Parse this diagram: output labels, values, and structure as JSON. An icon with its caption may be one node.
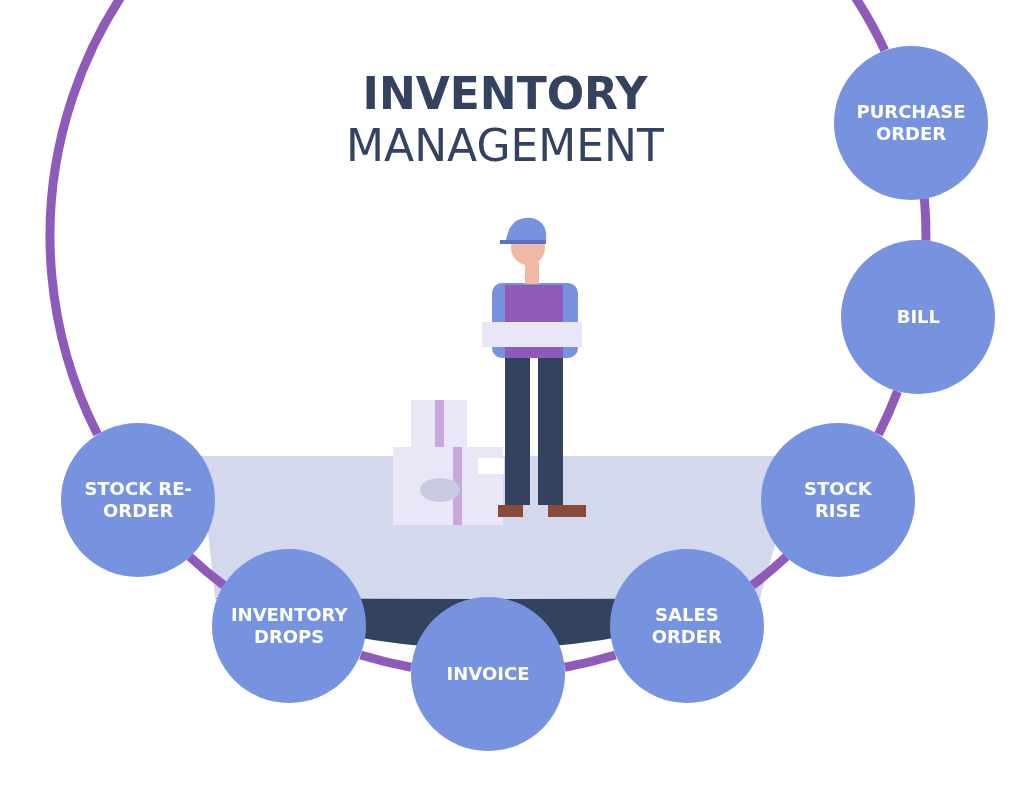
{
  "diagram": {
    "title": "**INVENTORY** MANAGEMENT",
    "nodes": [
      {
        "text": [
          "PURCHASE ORDER"
        ]
      },
      {
        "text": [
          "BILL"
        ]
      },
      {
        "text": [
          "STOCK RISE"
        ]
      },
      {
        "text": [
          "SALES ORDER"
        ]
      },
      {
        "text": [
          "INVOICE"
        ]
      },
      {
        "text": [
          "INVENTORY DROPS"
        ]
      },
      {
        "text": [
          "STOCK RE-ORDER"
        ]
      }
    ],
    "edges": [
      {
        "from": 0,
        "to": 1,
        "arrow": "none"
      },
      {
        "from": 1,
        "to": 2,
        "arrow": "none"
      },
      {
        "from": 2,
        "to": 3,
        "arrow": "none"
      },
      {
        "from": 3,
        "to": 4,
        "arrow": "none"
      },
      {
        "from": 4,
        "to": 5,
        "arrow": "none"
      },
      {
        "from": 5,
        "to": 6,
        "arrow": "none"
      },
      {
        "from": 6,
        "to": 0,
        "arrow": "none"
      }
    ]
  }
}
